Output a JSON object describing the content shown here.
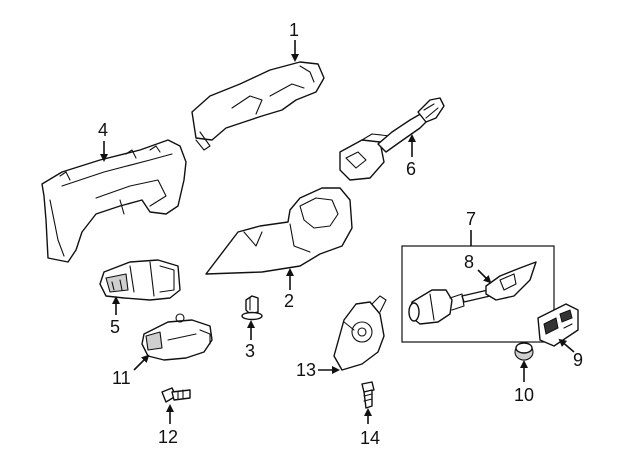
{
  "callouts": [
    {
      "id": "1",
      "label": "1"
    },
    {
      "id": "2",
      "label": "2"
    },
    {
      "id": "3",
      "label": "3"
    },
    {
      "id": "4",
      "label": "4"
    },
    {
      "id": "5",
      "label": "5"
    },
    {
      "id": "6",
      "label": "6"
    },
    {
      "id": "7",
      "label": "7"
    },
    {
      "id": "8",
      "label": "8"
    },
    {
      "id": "9",
      "label": "9"
    },
    {
      "id": "10",
      "label": "10"
    },
    {
      "id": "11",
      "label": "11"
    },
    {
      "id": "12",
      "label": "12"
    },
    {
      "id": "13",
      "label": "13"
    },
    {
      "id": "14",
      "label": "14"
    }
  ],
  "colors": {
    "line": "#111111",
    "background": "#ffffff",
    "shade": "#cfcfcf"
  }
}
